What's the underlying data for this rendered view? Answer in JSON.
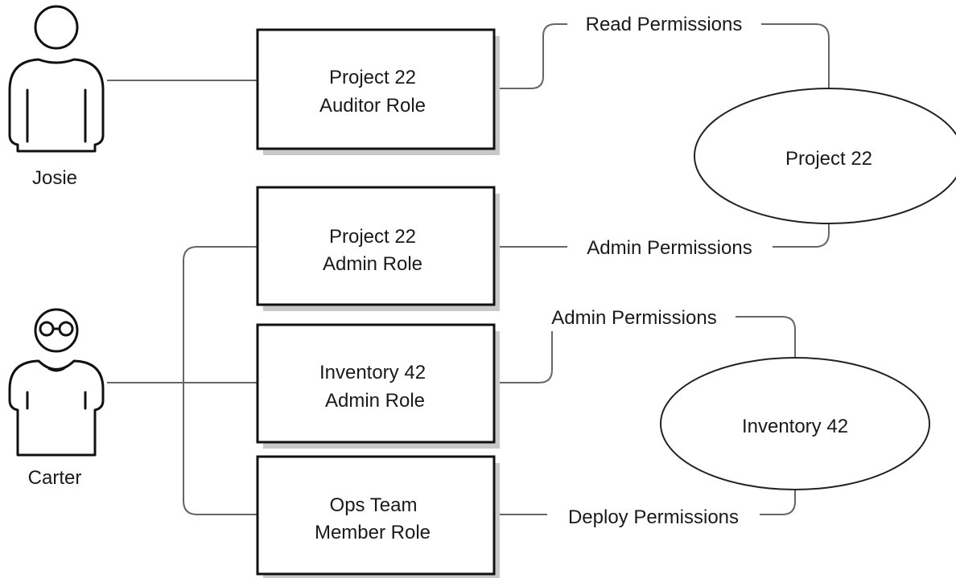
{
  "actors": {
    "josie": {
      "name": "Josie",
      "icon": "person-icon"
    },
    "carter": {
      "name": "Carter",
      "icon": "person-with-glasses-icon"
    }
  },
  "roles": {
    "auditor": {
      "line1": "Project 22",
      "line2": "Auditor Role"
    },
    "p22_admin": {
      "line1": "Project 22",
      "line2": "Admin Role"
    },
    "inv42_admin": {
      "line1": "Inventory 42",
      "line2": "Admin Role"
    },
    "ops": {
      "line1": "Ops Team",
      "line2": "Member Role"
    }
  },
  "resources": {
    "project22": "Project 22",
    "inventory42": "Inventory 42"
  },
  "permissions": {
    "read": "Read Permissions",
    "admin_p22": "Admin Permissions",
    "admin_inv42": "Admin Permissions",
    "deploy": "Deploy Permissions"
  }
}
